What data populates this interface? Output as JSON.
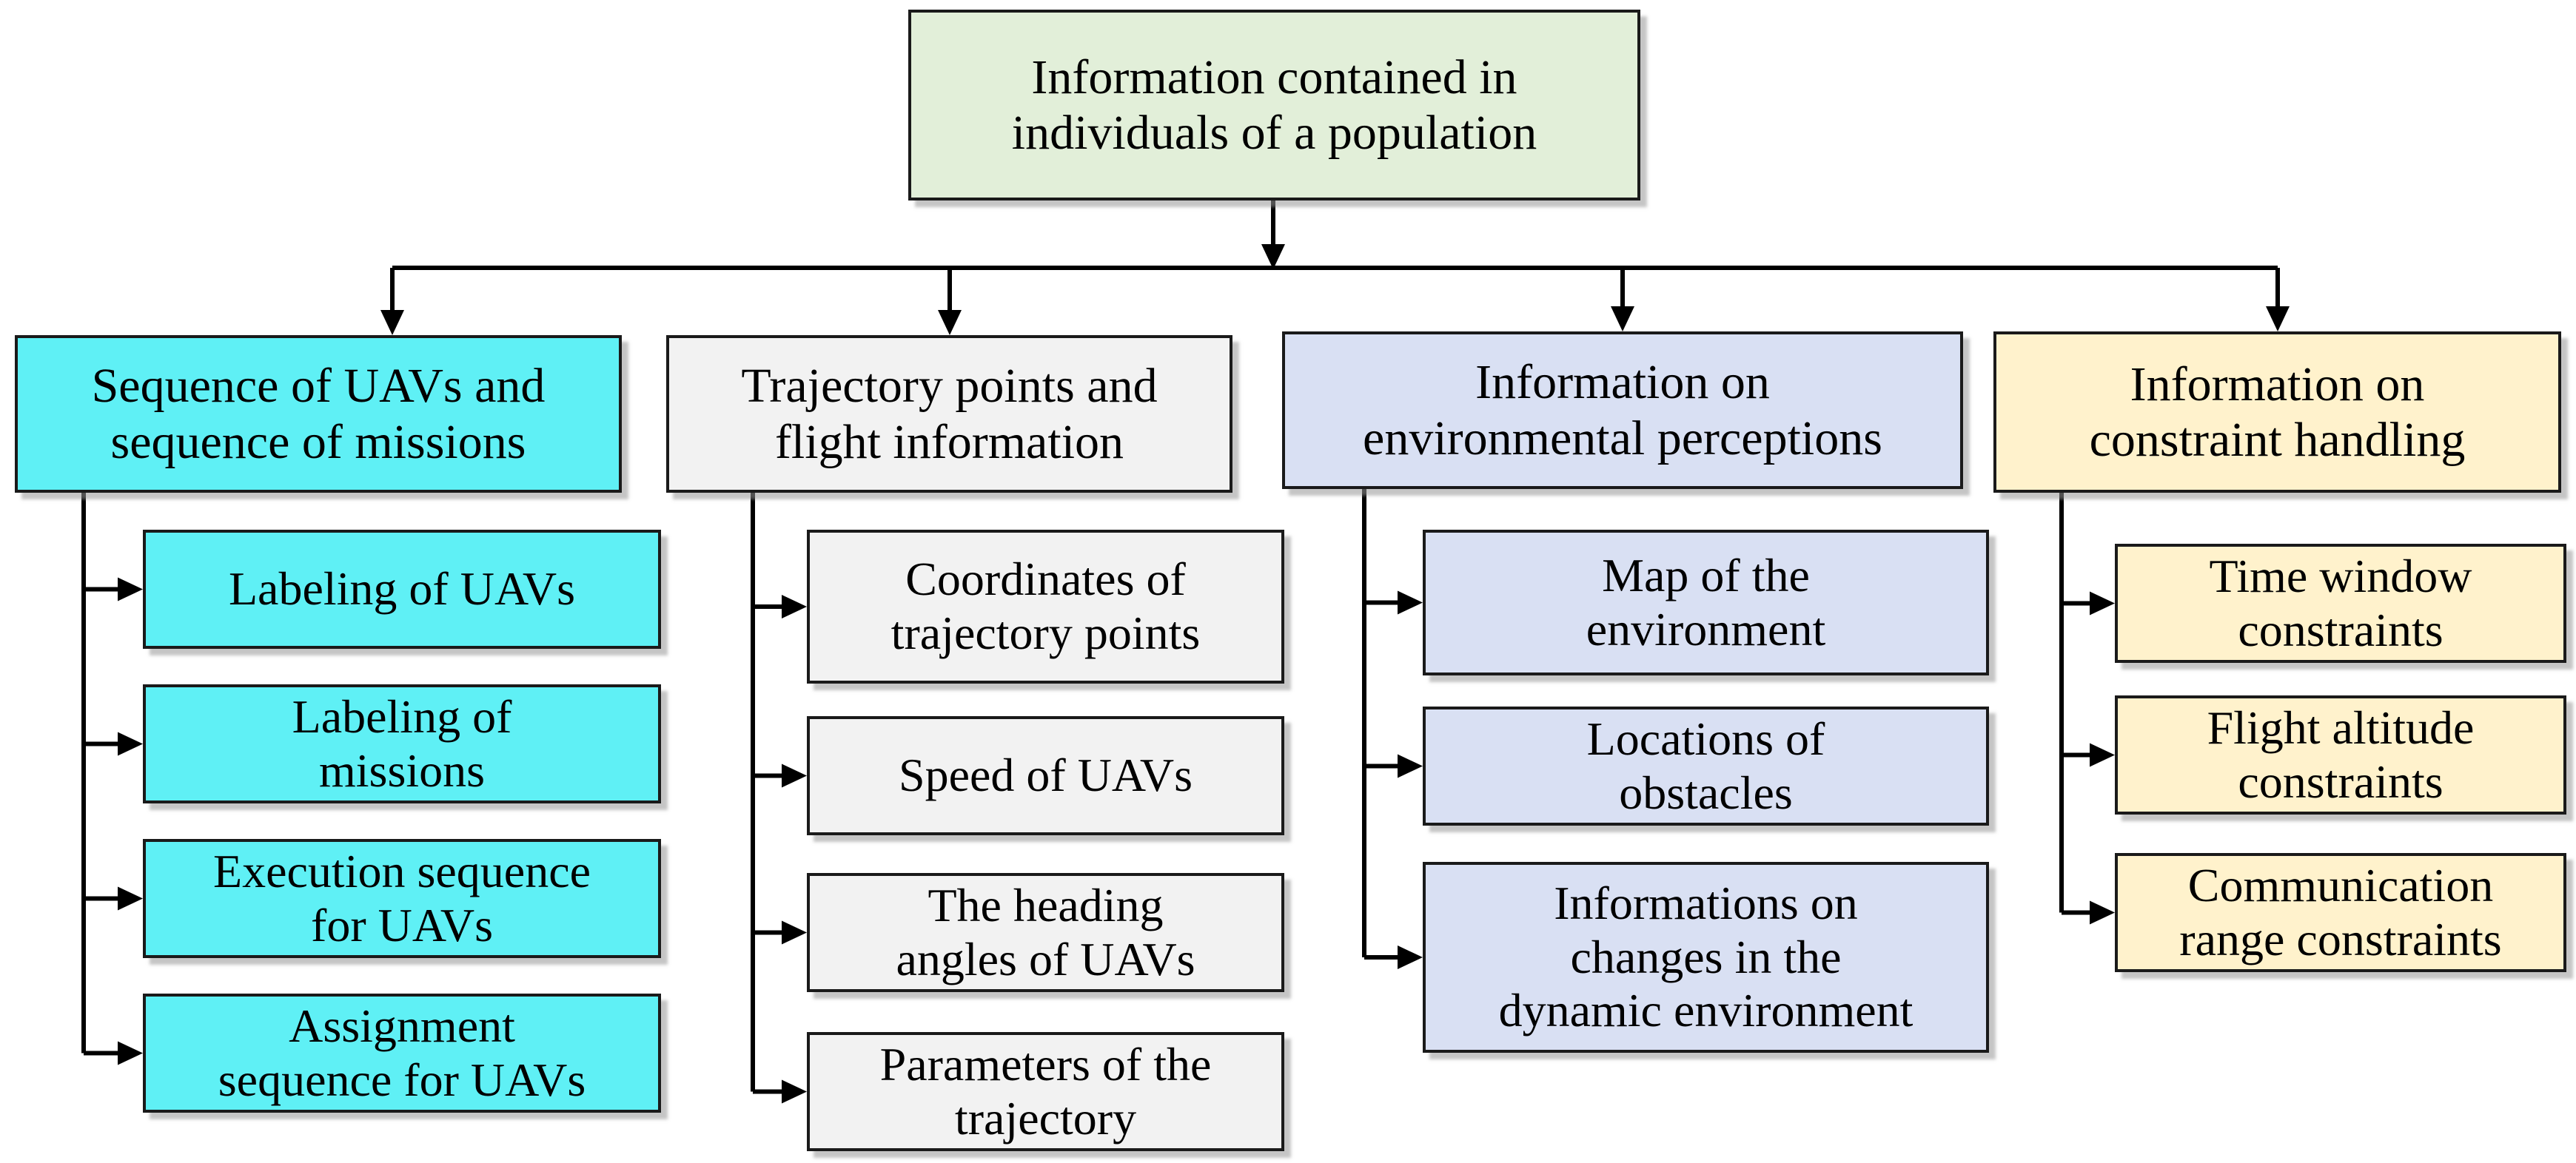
{
  "colors": {
    "root_fill": "#e2efd9",
    "cyan_fill": "#5ff0f5",
    "gray_fill": "#f2f2f2",
    "lavender_fill": "#d9e0f3",
    "cream_fill": "#fff2cc",
    "line": "#000000"
  },
  "root": {
    "label": "Information contained in\nindividuals of a population"
  },
  "groups": [
    {
      "title": "Sequence of UAVs and\nsequence of missions",
      "color": "#5ff0f5",
      "items": [
        "Labeling of UAVs",
        "Labeling of\nmissions",
        "Execution sequence\nfor UAVs",
        "Assignment\nsequence for UAVs"
      ]
    },
    {
      "title": "Trajectory points and\nflight information",
      "color": "#f2f2f2",
      "items": [
        "Coordinates of\ntrajectory points",
        "Speed of UAVs",
        "The heading\nangles of UAVs",
        "Parameters of the\ntrajectory"
      ]
    },
    {
      "title": "Information on\nenvironmental perceptions",
      "color": "#d9e0f3",
      "items": [
        "Map of the\nenvironment",
        "Locations of\nobstacles",
        "Informations on\nchanges in the\ndynamic environment"
      ]
    },
    {
      "title": "Information on\nconstraint handling",
      "color": "#fff2cc",
      "items": [
        "Time window\nconstraints",
        "Flight altitude\nconstraints",
        "Communication\nrange constraints"
      ]
    }
  ]
}
